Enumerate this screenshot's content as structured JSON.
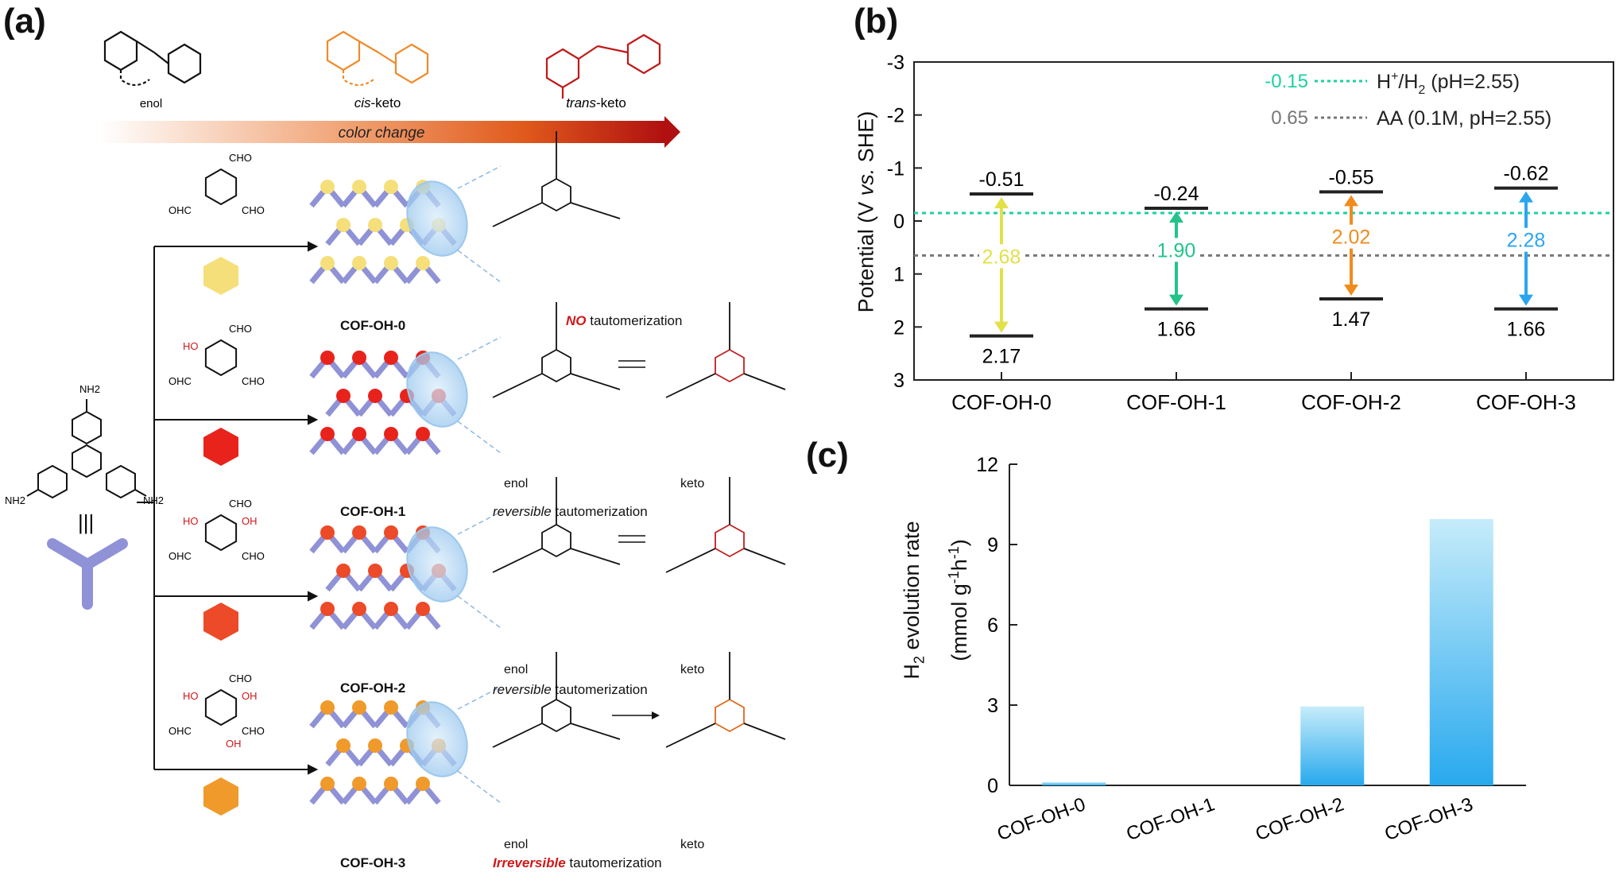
{
  "panels": {
    "a": "(a)",
    "b": "(b)",
    "c": "(c)"
  },
  "panel_a": {
    "tautomers": [
      {
        "prefix": "",
        "name": "enol"
      },
      {
        "prefix": "cis",
        "name": "-keto"
      },
      {
        "prefix": "trans",
        "name": "-keto"
      }
    ],
    "color_change": "color change",
    "amine": {
      "groups": [
        "NH2",
        "NH2",
        "NH2"
      ]
    },
    "triple_bar": "|||",
    "rows": [
      {
        "cof": "COF-OH-0",
        "aldehyde_labels": [
          "CHO",
          "OHC",
          "CHO"
        ],
        "hydroxyls": [],
        "caption_emph": "NO",
        "caption_rest": " tautomerization",
        "enol": "",
        "keto": ""
      },
      {
        "cof": "COF-OH-1",
        "aldehyde_labels": [
          "CHO",
          "OHC",
          "CHO"
        ],
        "hydroxyls": [
          "HO"
        ],
        "caption_emph": "reversible",
        "caption_rest": " tautomerization",
        "enol": "enol",
        "keto": "keto"
      },
      {
        "cof": "COF-OH-2",
        "aldehyde_labels": [
          "CHO",
          "OHC",
          "CHO"
        ],
        "hydroxyls": [
          "HO",
          "OH"
        ],
        "caption_emph": "reversible",
        "caption_rest": " tautomerization",
        "enol": "enol",
        "keto": "keto"
      },
      {
        "cof": "COF-OH-3",
        "aldehyde_labels": [
          "CHO",
          "OHC",
          "CHO"
        ],
        "hydroxyls": [
          "HO",
          "OH",
          "OH"
        ],
        "caption_emph": "Irreversible",
        "caption_rest": " tautomerization",
        "enol": "enol",
        "keto": "keto"
      }
    ],
    "colors": {
      "row0": "#f5df7a",
      "row1": "#e8231c",
      "row2": "#ec4a28",
      "row3": "#ef9a2a",
      "linker": "#8f92d6"
    }
  },
  "chart_data": [
    {
      "panel": "b",
      "type": "bar",
      "ylabel_parts": [
        "Potential (V ",
        "vs.",
        " SHE)"
      ],
      "ylim": [
        3,
        -3
      ],
      "yticks": [
        3,
        2,
        1,
        0,
        -1,
        -2,
        -3
      ],
      "ytick_labels": [
        "3",
        "2",
        "1",
        "0",
        "-1",
        "-2",
        "-3"
      ],
      "categories": [
        "COF-OH-0",
        "COF-OH-1",
        "COF-OH-2",
        "COF-OH-3"
      ],
      "cb": [
        -0.51,
        -0.24,
        -0.55,
        -0.62
      ],
      "vb": [
        2.17,
        1.66,
        1.47,
        1.66
      ],
      "gap": [
        2.68,
        1.9,
        2.02,
        2.28
      ],
      "cb_labels": [
        "-0.51",
        "-0.24",
        "-0.55",
        "-0.62"
      ],
      "vb_labels": [
        "2.17",
        "1.66",
        "1.47",
        "1.66"
      ],
      "gap_labels": [
        "2.68",
        "1.90",
        "2.02",
        "2.28"
      ],
      "gap_colors": [
        "#e3e048",
        "#23c38a",
        "#f08c1e",
        "#2aa6ee"
      ],
      "reference_lines": [
        {
          "value": -0.15,
          "value_label": "-0.15",
          "name": "H+/H2 (pH=2.55)",
          "color": "#1bd0a3"
        },
        {
          "value": 0.65,
          "value_label": "0.65",
          "name": "AA (0.1M, pH=2.55)",
          "color": "#777777"
        }
      ]
    },
    {
      "panel": "c",
      "type": "bar",
      "ylabel": "H2 evolution rate (mmol g-1 h-1)",
      "ylim": [
        0,
        12
      ],
      "yticks": [
        0,
        3,
        6,
        9,
        12
      ],
      "ytick_labels": [
        "0",
        "3",
        "6",
        "9",
        "12"
      ],
      "categories": [
        "COF-OH-0",
        "COF-OH-1",
        "COF-OH-2",
        "COF-OH-3"
      ],
      "values": [
        0.12,
        0.0,
        2.95,
        9.95
      ],
      "bar_color_top": "#c6ecfa",
      "bar_color_bottom": "#28a9ee"
    }
  ]
}
